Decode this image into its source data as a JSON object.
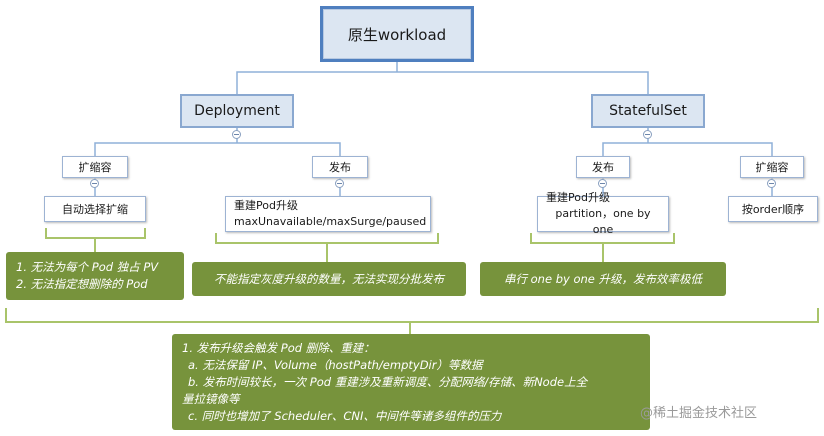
{
  "root": {
    "label": "原生workload"
  },
  "deployment": {
    "label": "Deployment",
    "scale": {
      "label": "扩缩容",
      "child": "自动选择扩缩"
    },
    "release": {
      "label": "发布",
      "child_line1": "重建Pod升级",
      "child_line2": "maxUnavailable/maxSurge/paused"
    },
    "note_scale": [
      "1. 无法为每个 Pod 独占 PV",
      "2. 无法指定想删除的 Pod"
    ],
    "note_release": "不能指定灰度升级的数量，无法实现分批发布"
  },
  "statefulset": {
    "label": "StatefulSet",
    "release": {
      "label": "发布",
      "child_line1": "重建Pod升级",
      "child_line2": "partition，one by one"
    },
    "scale": {
      "label": "扩缩容",
      "child": "按order顺序"
    },
    "note_release": "串行 one by one 升级，发布效率极低"
  },
  "bottom_note": [
    "1. 发布升级会触发 Pod 删除、重建：",
    " a. 无法保留 IP、Volume（hostPath/emptyDir）等数据",
    " b. 发布时间较长，一次 Pod 重建涉及重新调度、分配网络/存储、新Node上全",
    "量拉镜像等",
    " c. 同时也增加了 Scheduler、CNI、中间件等诸多组件的压力"
  ],
  "watermark": "@稀土掘金技术社区",
  "colors": {
    "note_bg": "#77933c",
    "node_fill": "#dce6f2",
    "node_border": "#4f7fbf",
    "bracket": "#a9c46a"
  }
}
